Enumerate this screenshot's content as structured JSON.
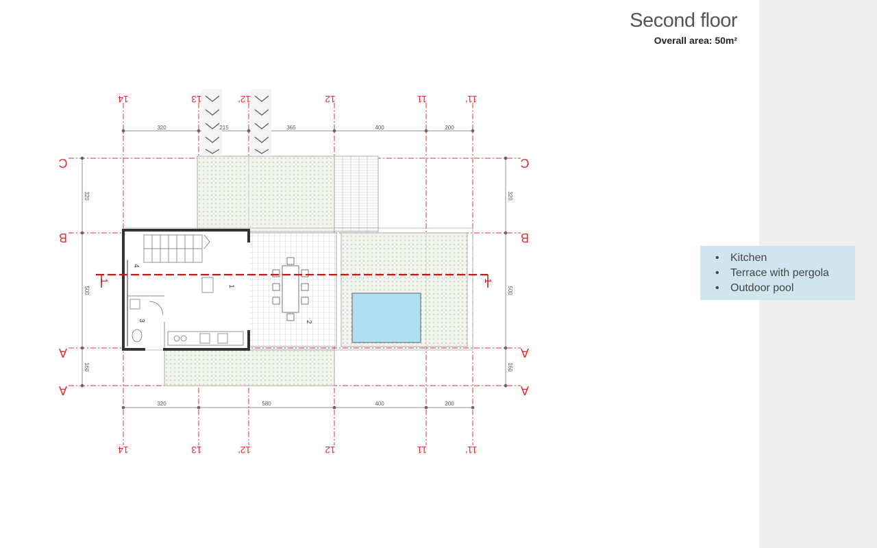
{
  "header": {
    "title": "Second floor",
    "subtitle": "Overall area: 50m²"
  },
  "features": [
    "Kitchen",
    "Terrace with pergola",
    "Outdoor pool"
  ],
  "plan": {
    "grid_top": [
      "14",
      "13",
      "12'",
      "12",
      "11",
      "11'"
    ],
    "grid_bottom": [
      "14",
      "13",
      "12'",
      "12",
      "11",
      "11'"
    ],
    "dims_top": [
      "320",
      "215",
      "365",
      "400",
      "200"
    ],
    "dims_bottom": [
      "320",
      "580",
      "400",
      "200"
    ],
    "row_left": [
      "C",
      "B",
      "A",
      "A"
    ],
    "row_right": [
      "C",
      "B",
      "A",
      "A"
    ],
    "dims_side": [
      "320",
      "500",
      "160"
    ],
    "section_mark": "1",
    "room_numbers": [
      "4",
      "1",
      "3",
      "2"
    ],
    "colors": {
      "grid": "#e03030",
      "wall": "#333333",
      "terrace_fill": "#eef2e8",
      "pool": "#aee0f2",
      "sidebar": "#efefef",
      "feature_box": "#cfe6ee"
    }
  }
}
